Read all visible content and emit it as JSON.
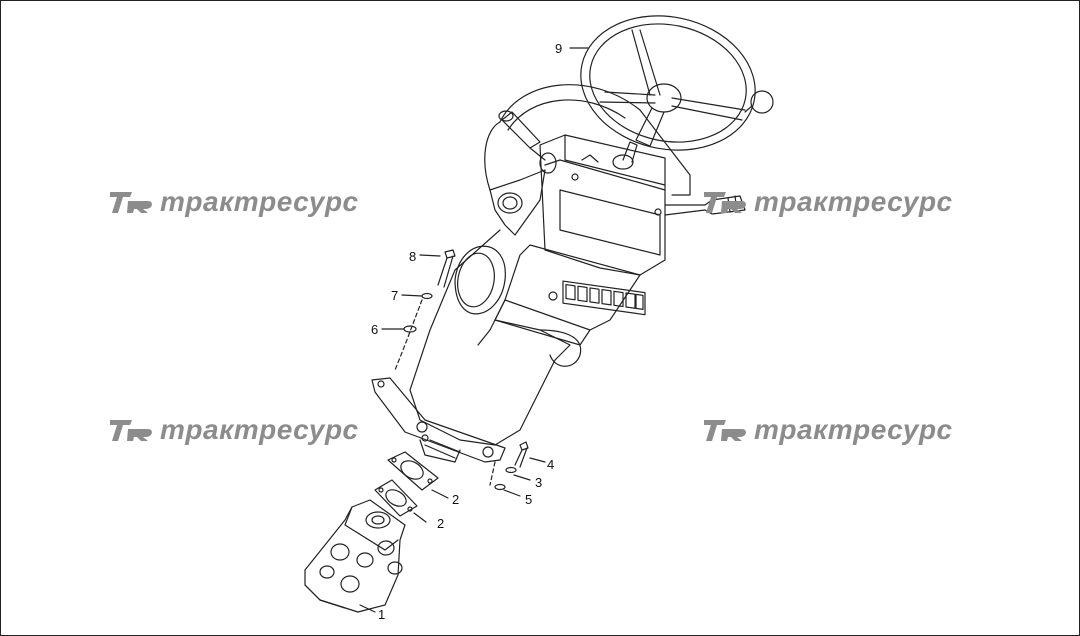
{
  "diagram": {
    "watermark_text": "трактресурс",
    "watermark_logo": "TR",
    "callouts": [
      "9",
      "8",
      "7",
      "6",
      "4",
      "3",
      "5",
      "2",
      "2",
      "1"
    ]
  },
  "colors": {
    "line": "#222222",
    "watermark": "#8c8c8c",
    "background": "#ffffff"
  }
}
